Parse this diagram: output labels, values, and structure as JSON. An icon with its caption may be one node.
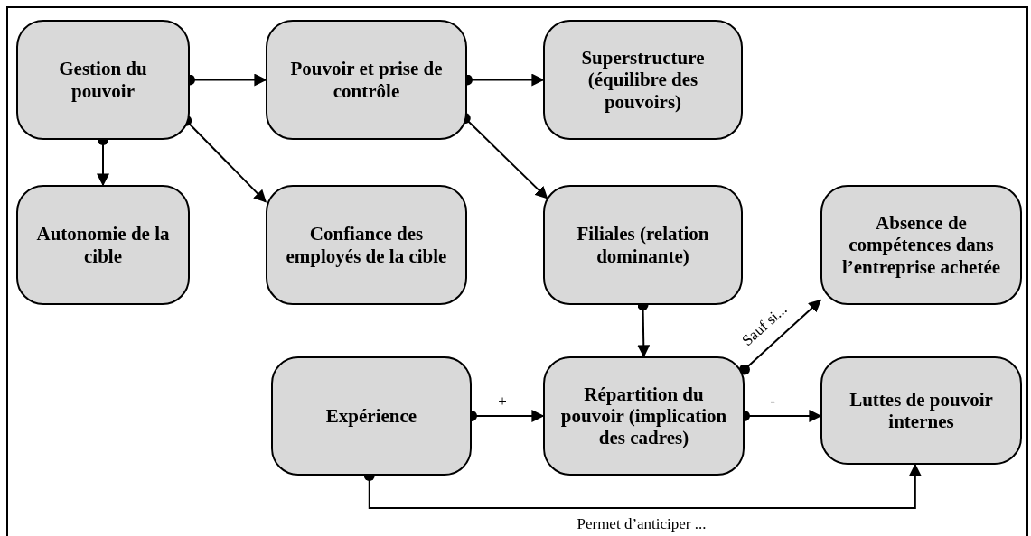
{
  "diagram": {
    "nodes": [
      {
        "text": [
          "Gestion du pouvoir"
        ]
      },
      {
        "text": [
          "Pouvoir et prise de contrôle"
        ]
      },
      {
        "text": [
          "Superstructure (équilibre des pouvoirs)"
        ]
      },
      {
        "text": [
          "Autonomie de la cible"
        ]
      },
      {
        "text": [
          "Confiance des employés de la cible"
        ]
      },
      {
        "text": [
          "Filiales (relation dominante)"
        ]
      },
      {
        "text": [
          "Absence de compétences dans l’entreprise achetée"
        ]
      },
      {
        "text": [
          "Expérience"
        ]
      },
      {
        "text": [
          "Répartition du pouvoir (implication des cadres)"
        ]
      },
      {
        "text": [
          "Luttes de pouvoir internes"
        ]
      }
    ],
    "edges": [
      {
        "from": 0,
        "to": 1,
        "arrow": "to"
      },
      {
        "from": 0,
        "to": 3,
        "arrow": "to"
      },
      {
        "from": 0,
        "to": 4,
        "arrow": "to"
      },
      {
        "from": 1,
        "to": 2,
        "arrow": "to"
      },
      {
        "from": 1,
        "to": 5,
        "arrow": "to"
      },
      {
        "from": 5,
        "to": 8,
        "arrow": "to"
      },
      {
        "from": 8,
        "to": 6,
        "arrow": "to",
        "label": "Sauf si..."
      },
      {
        "from": 7,
        "to": 8,
        "arrow": "to",
        "label": "+"
      },
      {
        "from": 8,
        "to": 9,
        "arrow": "to",
        "label": "-"
      },
      {
        "from": 7,
        "to": 9,
        "arrow": "to",
        "label": "Permet d’anticiper ..."
      }
    ]
  }
}
